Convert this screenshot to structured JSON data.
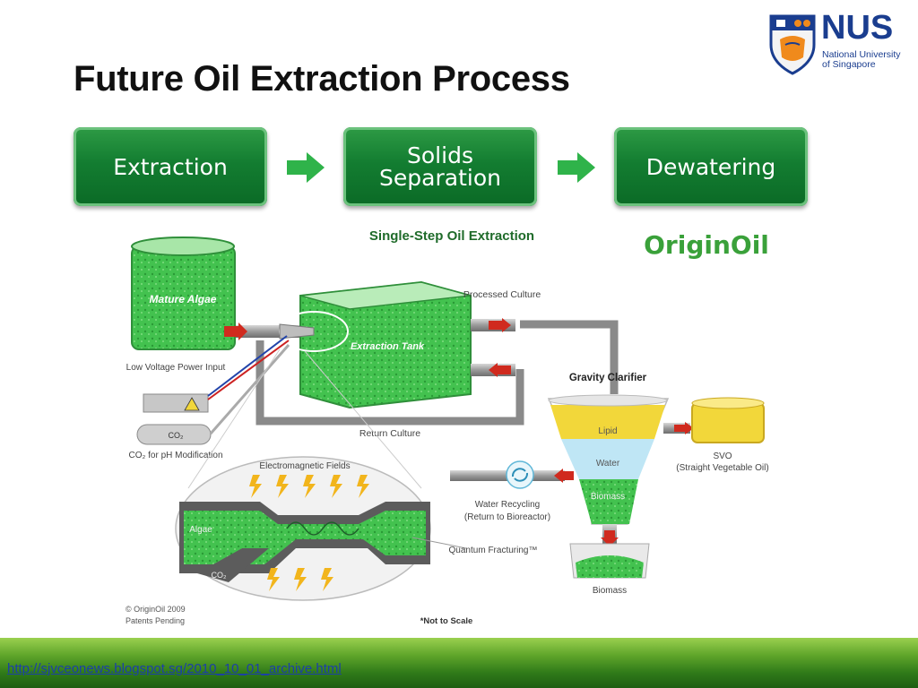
{
  "slide": {
    "title": "Future Oil Extraction Process",
    "logo": {
      "word": "NUS",
      "subtitle_line1": "National University",
      "subtitle_line2": "of Singapore"
    },
    "steps": [
      {
        "label": "Extraction"
      },
      {
        "label": "Solids\nSeparation"
      },
      {
        "label": "Dewatering"
      }
    ],
    "footer_link": "http://sjvceonews.blogspot.sg/2010_10_01_archive.html"
  },
  "diagram": {
    "heading": "Single-Step Oil Extraction",
    "brand": "OriginOil",
    "labels": {
      "mature_algae": "Mature Algae",
      "low_voltage": "Low Voltage Power Input",
      "co2_tank": "CO₂",
      "co2_ph": "CO₂ for pH Modification",
      "extraction_tank": "Extraction Tank",
      "processed_culture": "Processed Culture",
      "return_culture": "Return Culture",
      "gravity_clarifier": "Gravity Clarifier",
      "lipid": "Lipid",
      "water": "Water",
      "biomass_layer": "Biomass",
      "svo": "SVO",
      "svo_full": "(Straight Vegetable Oil)",
      "water_recycling": "Water Recycling",
      "water_recycling_note": "(Return to Bioreactor)",
      "electromagnetic_fields": "Electromagnetic Fields",
      "algae": "Algae",
      "co2_inset": "CO₂",
      "quantum_fracturing": "Quantum Fracturing™",
      "biomass": "Biomass",
      "copyright": "© OriginOil 2009",
      "patents": "Patents Pending",
      "not_to_scale": "*Not to Scale"
    },
    "colors": {
      "step_green": "#137d31",
      "arrow_green": "#2fb34a",
      "algae_green": "#3ec24a",
      "lipid_yellow": "#f2d73a",
      "water_blue": "#bfe6f5",
      "pipe_gray": "#9a9a9a"
    }
  }
}
